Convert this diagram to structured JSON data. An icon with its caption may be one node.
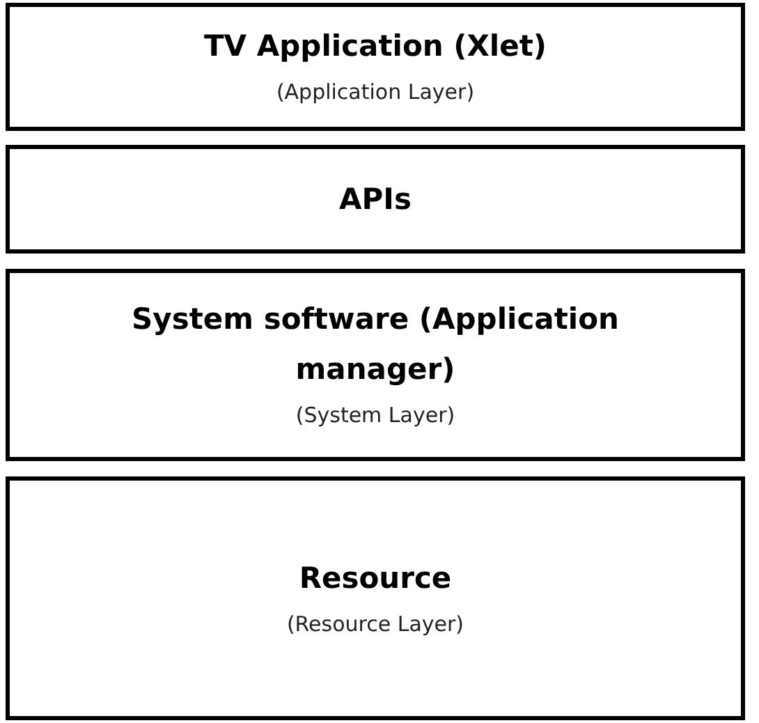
{
  "diagram": {
    "nodes": [
      {
        "text": [
          "TV Application (Xlet)",
          "(Application Layer)"
        ]
      },
      {
        "text": [
          "APIs"
        ]
      },
      {
        "text": [
          "System software (Application manager)",
          "(System Layer)"
        ]
      },
      {
        "text": [
          "Resource",
          "(Resource Layer)"
        ]
      }
    ]
  }
}
